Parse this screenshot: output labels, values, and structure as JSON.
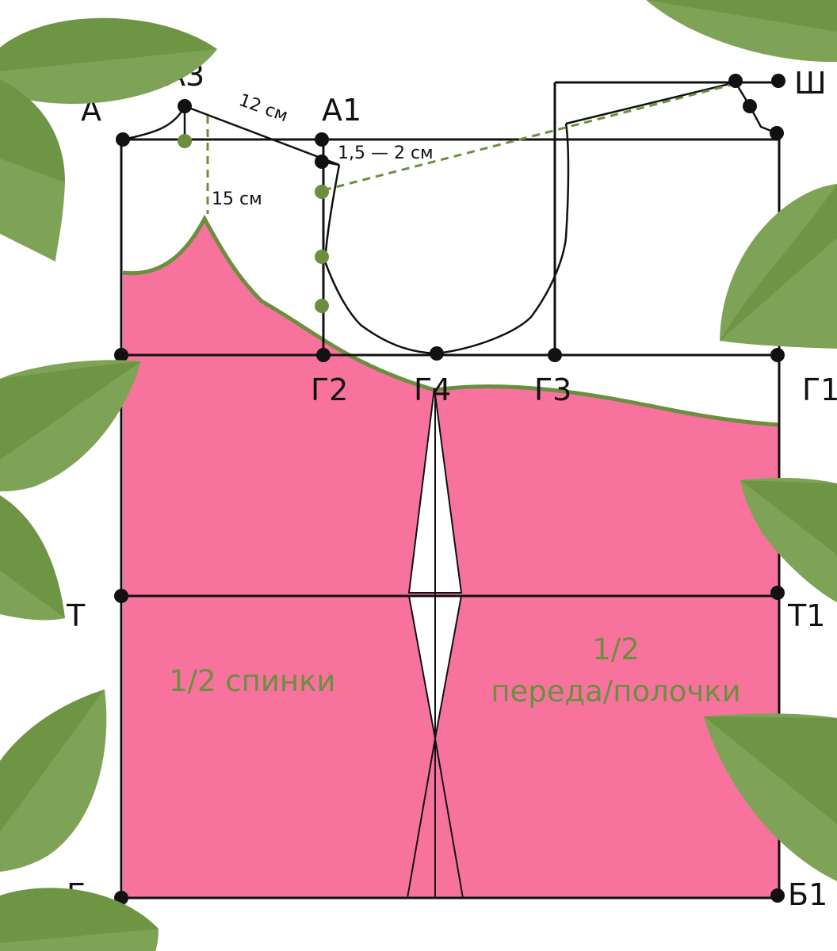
{
  "colors": {
    "fill": "#f7739d",
    "accent": "#6b8f3e",
    "line": "#111111",
    "leaf_light": "#7fa356",
    "leaf_dark": "#5e8a36",
    "background": "#ffffff"
  },
  "points": {
    "A": "А",
    "A3": "А3",
    "A1": "А1",
    "Sh": "Ш",
    "G": "Г",
    "G2": "Г2",
    "G4": "Г4",
    "G3": "Г3",
    "G1": "Г1",
    "T": "Т",
    "T1": "Т1",
    "B": "Б",
    "B1": "Б1"
  },
  "dimensions": {
    "shoulder": "12 см",
    "back_armhole": "15 см",
    "shoulder_drop": "1,5 — 2 см"
  },
  "pieces": {
    "back": "1/2 спинки",
    "front_line1": "1/2",
    "front_line2": "переда/полочки"
  },
  "decorations": {
    "leaf_icon": "leaf-icon"
  }
}
